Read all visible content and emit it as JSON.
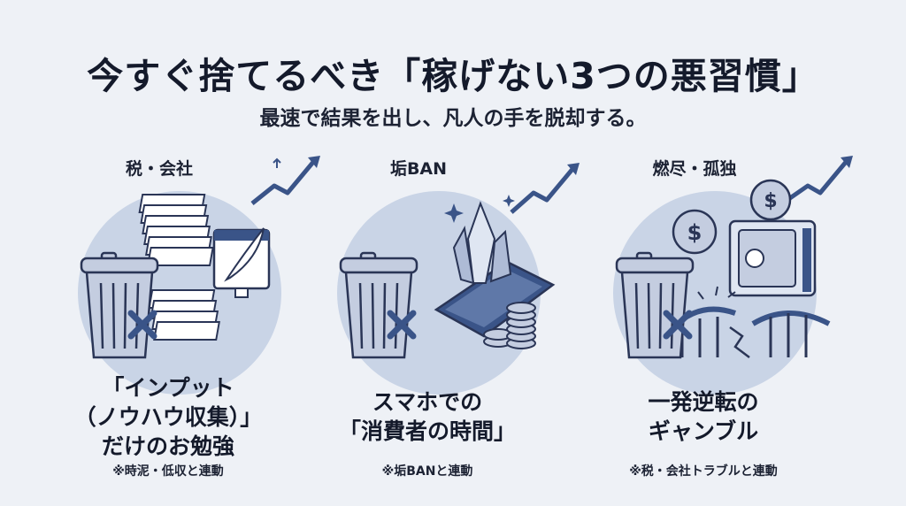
{
  "header": {
    "title": "今すぐ捨てるべき「稼げない3つの悪習慣」",
    "subtitle": "最速で結果を出し、凡人の手を脱却する。"
  },
  "cards": [
    {
      "category": "税・会社",
      "habit_lines": [
        "「インプット",
        "（ノウハウ収集）」",
        "だけのお勉強"
      ],
      "note": "※時泥・低収と連動"
    },
    {
      "category": "垢BAN",
      "habit_lines": [
        "スマホでの",
        "「消費者の時間」"
      ],
      "note": "※垢BANと連動"
    },
    {
      "category": "燃尽・孤独",
      "habit_lines": [
        "一発逆転の",
        "ギャンブル"
      ],
      "note": "※税・会社トラブルと連動"
    }
  ],
  "icons": [
    "trash-can-icon",
    "cross-mark-icon",
    "trend-arrow-icon",
    "document-stack-icon",
    "quill-screen-icon",
    "crystal-smartphone-icon",
    "coin-stack-icon",
    "dollar-coin-icon",
    "safe-icon",
    "broken-bridge-icon"
  ],
  "colors": {
    "accent": "#3a5488",
    "circle": "#c9d4e6",
    "text": "#141a2b",
    "background": "#eef1f6"
  }
}
